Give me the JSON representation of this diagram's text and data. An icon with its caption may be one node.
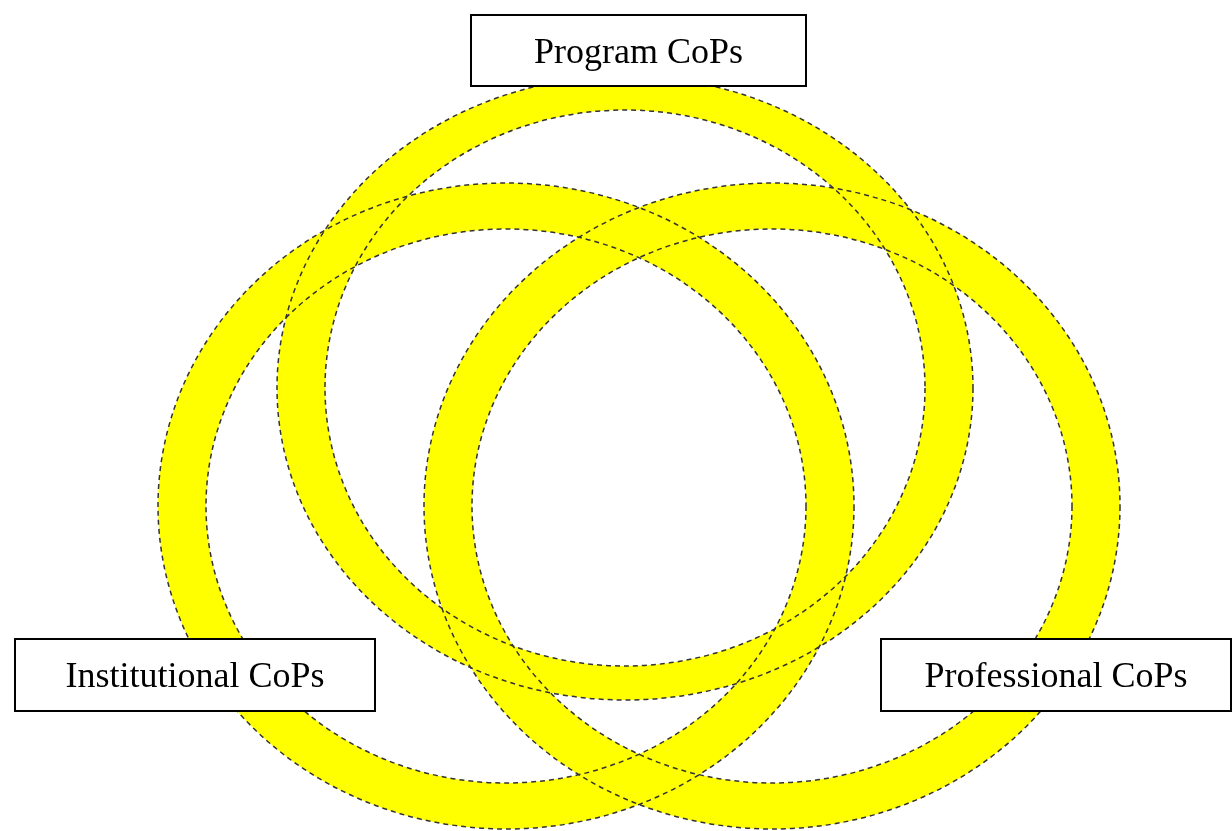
{
  "diagram": {
    "nodes": [
      {
        "text": [
          "Program CoPs"
        ]
      },
      {
        "text": [
          "Institutional CoPs"
        ]
      },
      {
        "text": [
          "Professional CoPs"
        ]
      }
    ],
    "edges": []
  }
}
